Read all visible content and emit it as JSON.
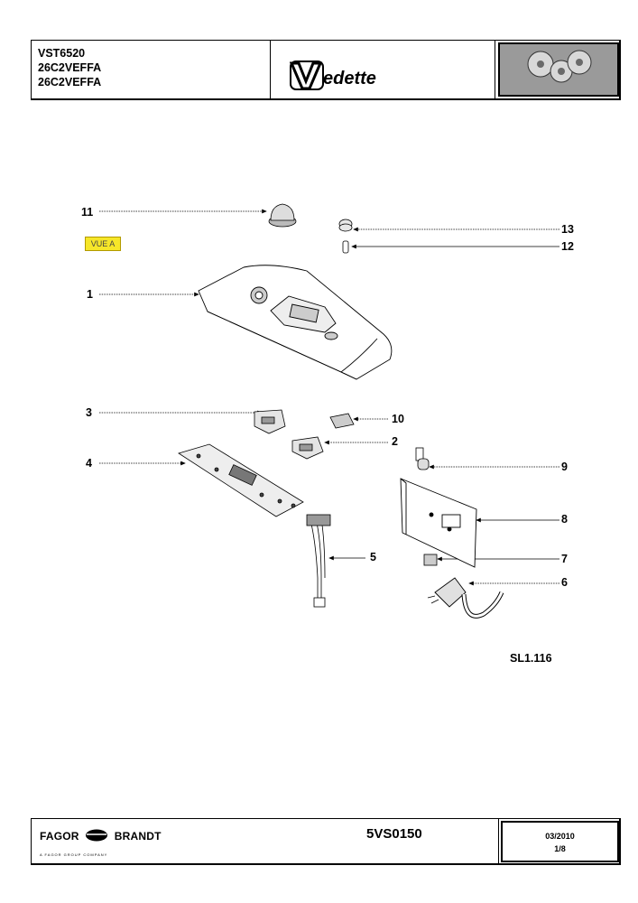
{
  "header": {
    "models": [
      "VST6520",
      "26C2VEFFA",
      "26C2VEFFA"
    ],
    "brand": "Vedette"
  },
  "diagram": {
    "view_label": "VUE A",
    "callouts": [
      "11",
      "13",
      "12",
      "1",
      "3",
      "10",
      "2",
      "4",
      "9",
      "8",
      "5",
      "7",
      "6"
    ],
    "reference": "SL1.116"
  },
  "footer": {
    "manufacturer_left": "FAGOR",
    "manufacturer_right": "BRANDT",
    "tagline": "A FAGOR GROUP COMPANY",
    "document_number": "5VS0150",
    "date": "03/2010",
    "page": "1/8"
  }
}
